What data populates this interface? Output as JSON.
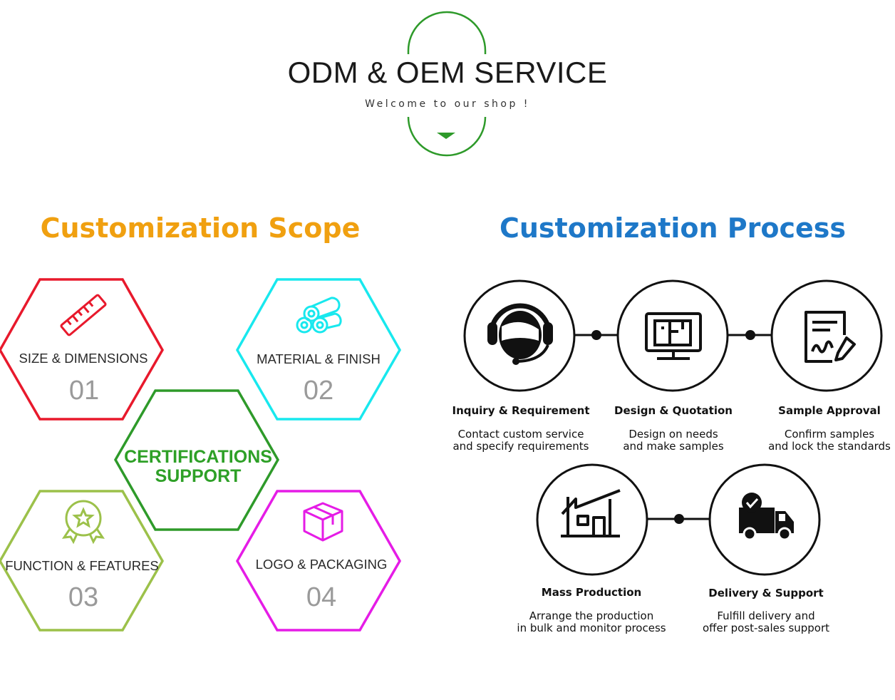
{
  "header": {
    "title": "ODM & OEM SERVICE",
    "subtitle": "Welcome to our shop !"
  },
  "scope": {
    "title": "Customization Scope",
    "items": [
      {
        "label": "SIZE & DIMENSIONS",
        "number": "01",
        "icon": "ruler-icon",
        "color": "#e8192c"
      },
      {
        "label": "MATERIAL & FINISH",
        "number": "02",
        "icon": "material-rolls-icon",
        "color": "#18e8ee"
      },
      {
        "label": "FUNCTION & FEATURES",
        "number": "03",
        "icon": "badge-star-icon",
        "color": "#9cc14a"
      },
      {
        "label": "LOGO & PACKAGING",
        "number": "04",
        "icon": "package-box-icon",
        "color": "#e51ce6"
      }
    ],
    "center": {
      "line1": "CERTIFICATIONS",
      "line2": "SUPPORT",
      "color": "#2e9a2a"
    }
  },
  "process": {
    "title": "Customization Process",
    "steps": [
      {
        "title": "Inquiry & Requirement",
        "desc1": "Contact custom service",
        "desc2": "and specify requirements",
        "icon": "headset-agent-icon"
      },
      {
        "title": "Design & Quotation",
        "desc1": "Design on needs",
        "desc2": "and make samples",
        "icon": "design-monitor-icon"
      },
      {
        "title": "Sample Approval",
        "desc1": "Confirm samples",
        "desc2": "and lock the standards",
        "icon": "sign-document-icon"
      },
      {
        "title": "Mass Production",
        "desc1": "Arrange the production",
        "desc2": "in bulk and monitor process",
        "icon": "factory-icon"
      },
      {
        "title": "Delivery & Support",
        "desc1": "Fulfill delivery and",
        "desc2": "offer post-sales support",
        "icon": "delivery-truck-icon"
      }
    ]
  },
  "colors": {
    "header_accent": "#2e9a2a",
    "scope_title": "#f0a010",
    "process_title": "#1e78c8"
  }
}
